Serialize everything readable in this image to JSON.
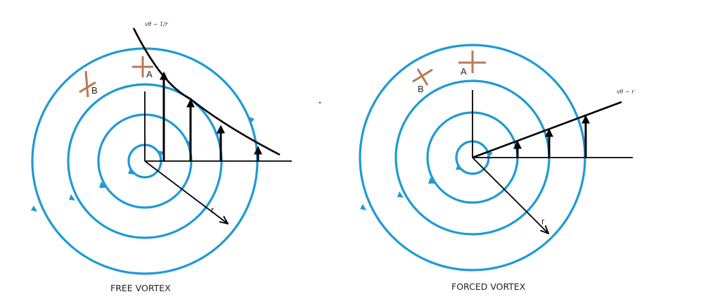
{
  "free_vortex": {
    "caption": "FREE VORTEX",
    "relation_label": "vθ ~ 1/r",
    "radius_label": "r",
    "marker_a_label": "A",
    "marker_b_label": "B"
  },
  "forced_vortex": {
    "caption": "FORCED VORTEX",
    "relation_label": "vθ ~ r",
    "radius_label": "r",
    "marker_a_label": "A",
    "marker_b_label": "B"
  },
  "colors": {
    "streamline": "#1f9ad6",
    "marker": "#b57a55",
    "axis": "#000000"
  }
}
